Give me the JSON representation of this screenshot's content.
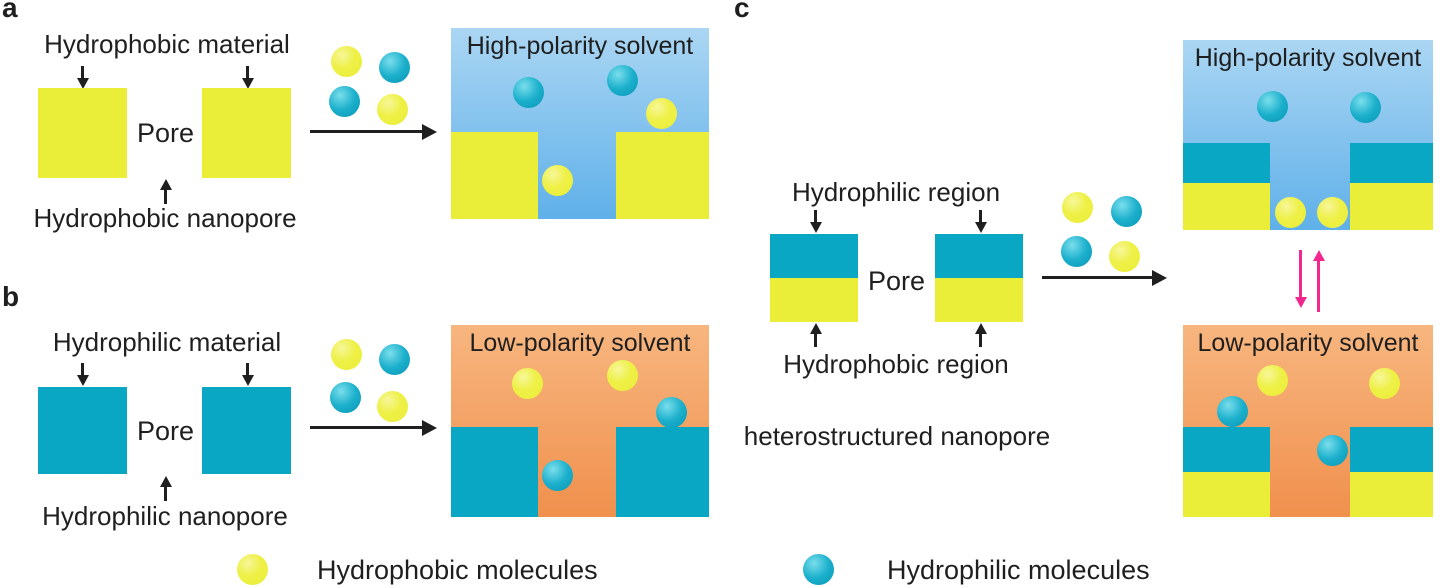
{
  "figure": {
    "panels": {
      "a": {
        "label": "a",
        "material_label": "Hydrophobic material",
        "pore_label": "Pore",
        "nanopore_label": "Hydrophobic nanopore",
        "solvent_title": "High-polarity solvent"
      },
      "b": {
        "label": "b",
        "material_label": "Hydrophilic material",
        "pore_label": "Pore",
        "nanopore_label": "Hydrophilic nanopore",
        "solvent_title": "Low-polarity solvent"
      },
      "c": {
        "label": "c",
        "top_region_label": "Hydrophilic region",
        "pore_label": "Pore",
        "bottom_region_label": "Hydrophobic region",
        "nanopore_label": "heterostructured nanopore",
        "high_solvent_title": "High-polarity solvent",
        "low_solvent_title": "Low-polarity solvent"
      }
    },
    "legend": {
      "hydrophobic_label": "Hydrophobic molecules",
      "hydrophilic_label": "Hydrophilic molecules"
    },
    "colors": {
      "hydrophobic_yellow": "#ebee39",
      "hydrophilic_teal": "#0aa7c4",
      "high_polarity_gradient_top": "#abd6f3",
      "high_polarity_gradient_bottom": "#5fb0e9",
      "low_polarity_gradient_top": "#f7b67f",
      "low_polarity_gradient_bottom": "#f0904d",
      "exchange_arrow_pink": "#f4278f",
      "text": "#1f1f1f"
    }
  }
}
